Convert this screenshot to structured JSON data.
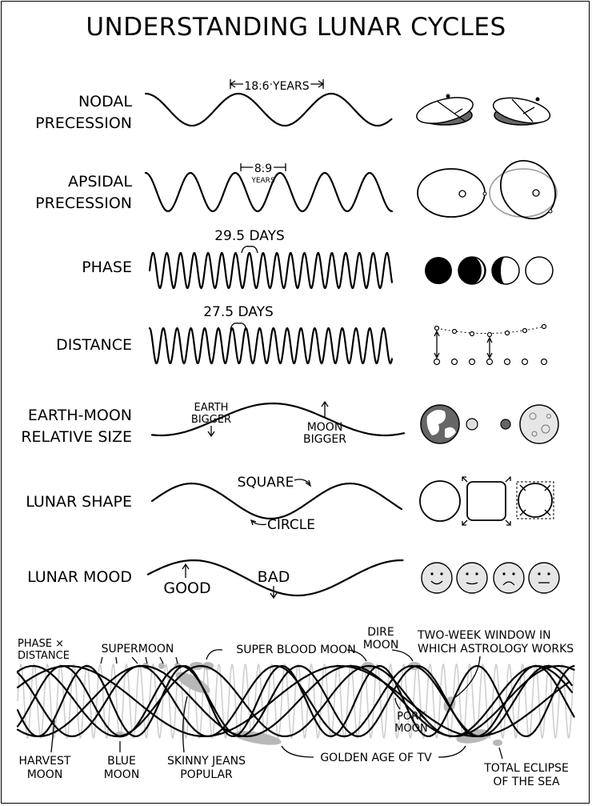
{
  "title": "UNDERSTANDING LUNAR CYCLES",
  "rows": [
    {
      "label_lines": [
        "NODAL",
        "PRECESSION"
      ],
      "annotations": [
        "18.6 YEARS"
      ]
    },
    {
      "label_lines": [
        "APSIDAL",
        "PRECESSION"
      ],
      "annotations": [
        "8.9",
        "YEARS"
      ]
    },
    {
      "label_lines": [
        "PHASE"
      ],
      "annotations": [
        "29.5 DAYS"
      ]
    },
    {
      "label_lines": [
        "DISTANCE"
      ],
      "annotations": [
        "27.5 DAYS"
      ]
    },
    {
      "label_lines": [
        "EARTH-MOON",
        "RELATIVE SIZE"
      ],
      "annotations": [
        "EARTH",
        "BIGGER",
        "MOON",
        "BIGGER"
      ]
    },
    {
      "label_lines": [
        "LUNAR SHAPE"
      ],
      "annotations": [
        "SQUARE",
        "CIRCLE"
      ]
    },
    {
      "label_lines": [
        "LUNAR MOOD"
      ],
      "annotations": [
        "GOOD",
        "BAD"
      ]
    }
  ],
  "combined": {
    "faint_labels": [
      "PHASE ×",
      "DISTANCE"
    ],
    "callouts": {
      "supermoon": "SUPERMOON",
      "super_blood_moon": "SUPER BLOOD MOON",
      "dire_moon": [
        "DIRE",
        "MOON"
      ],
      "astrology": [
        "TWO-WEEK WINDOW IN",
        "WHICH ASTROLOGY WORKS"
      ],
      "pork_moon": [
        "PORK",
        "MOON"
      ],
      "harvest_moon": [
        "HARVEST",
        "MOON"
      ],
      "blue_moon": [
        "BLUE",
        "MOON"
      ],
      "skinny_jeans": [
        "SKINNY JEANS",
        "POPULAR"
      ],
      "golden_age": "GOLDEN AGE OF TV",
      "total_eclipse": [
        "TOTAL ECLIPSE",
        "OF THE SEA"
      ]
    }
  },
  "colors": {
    "ink": "#000000",
    "faint": "#cfcfcf",
    "highlight": "#b8b8b8",
    "earth_land": "#666666"
  }
}
